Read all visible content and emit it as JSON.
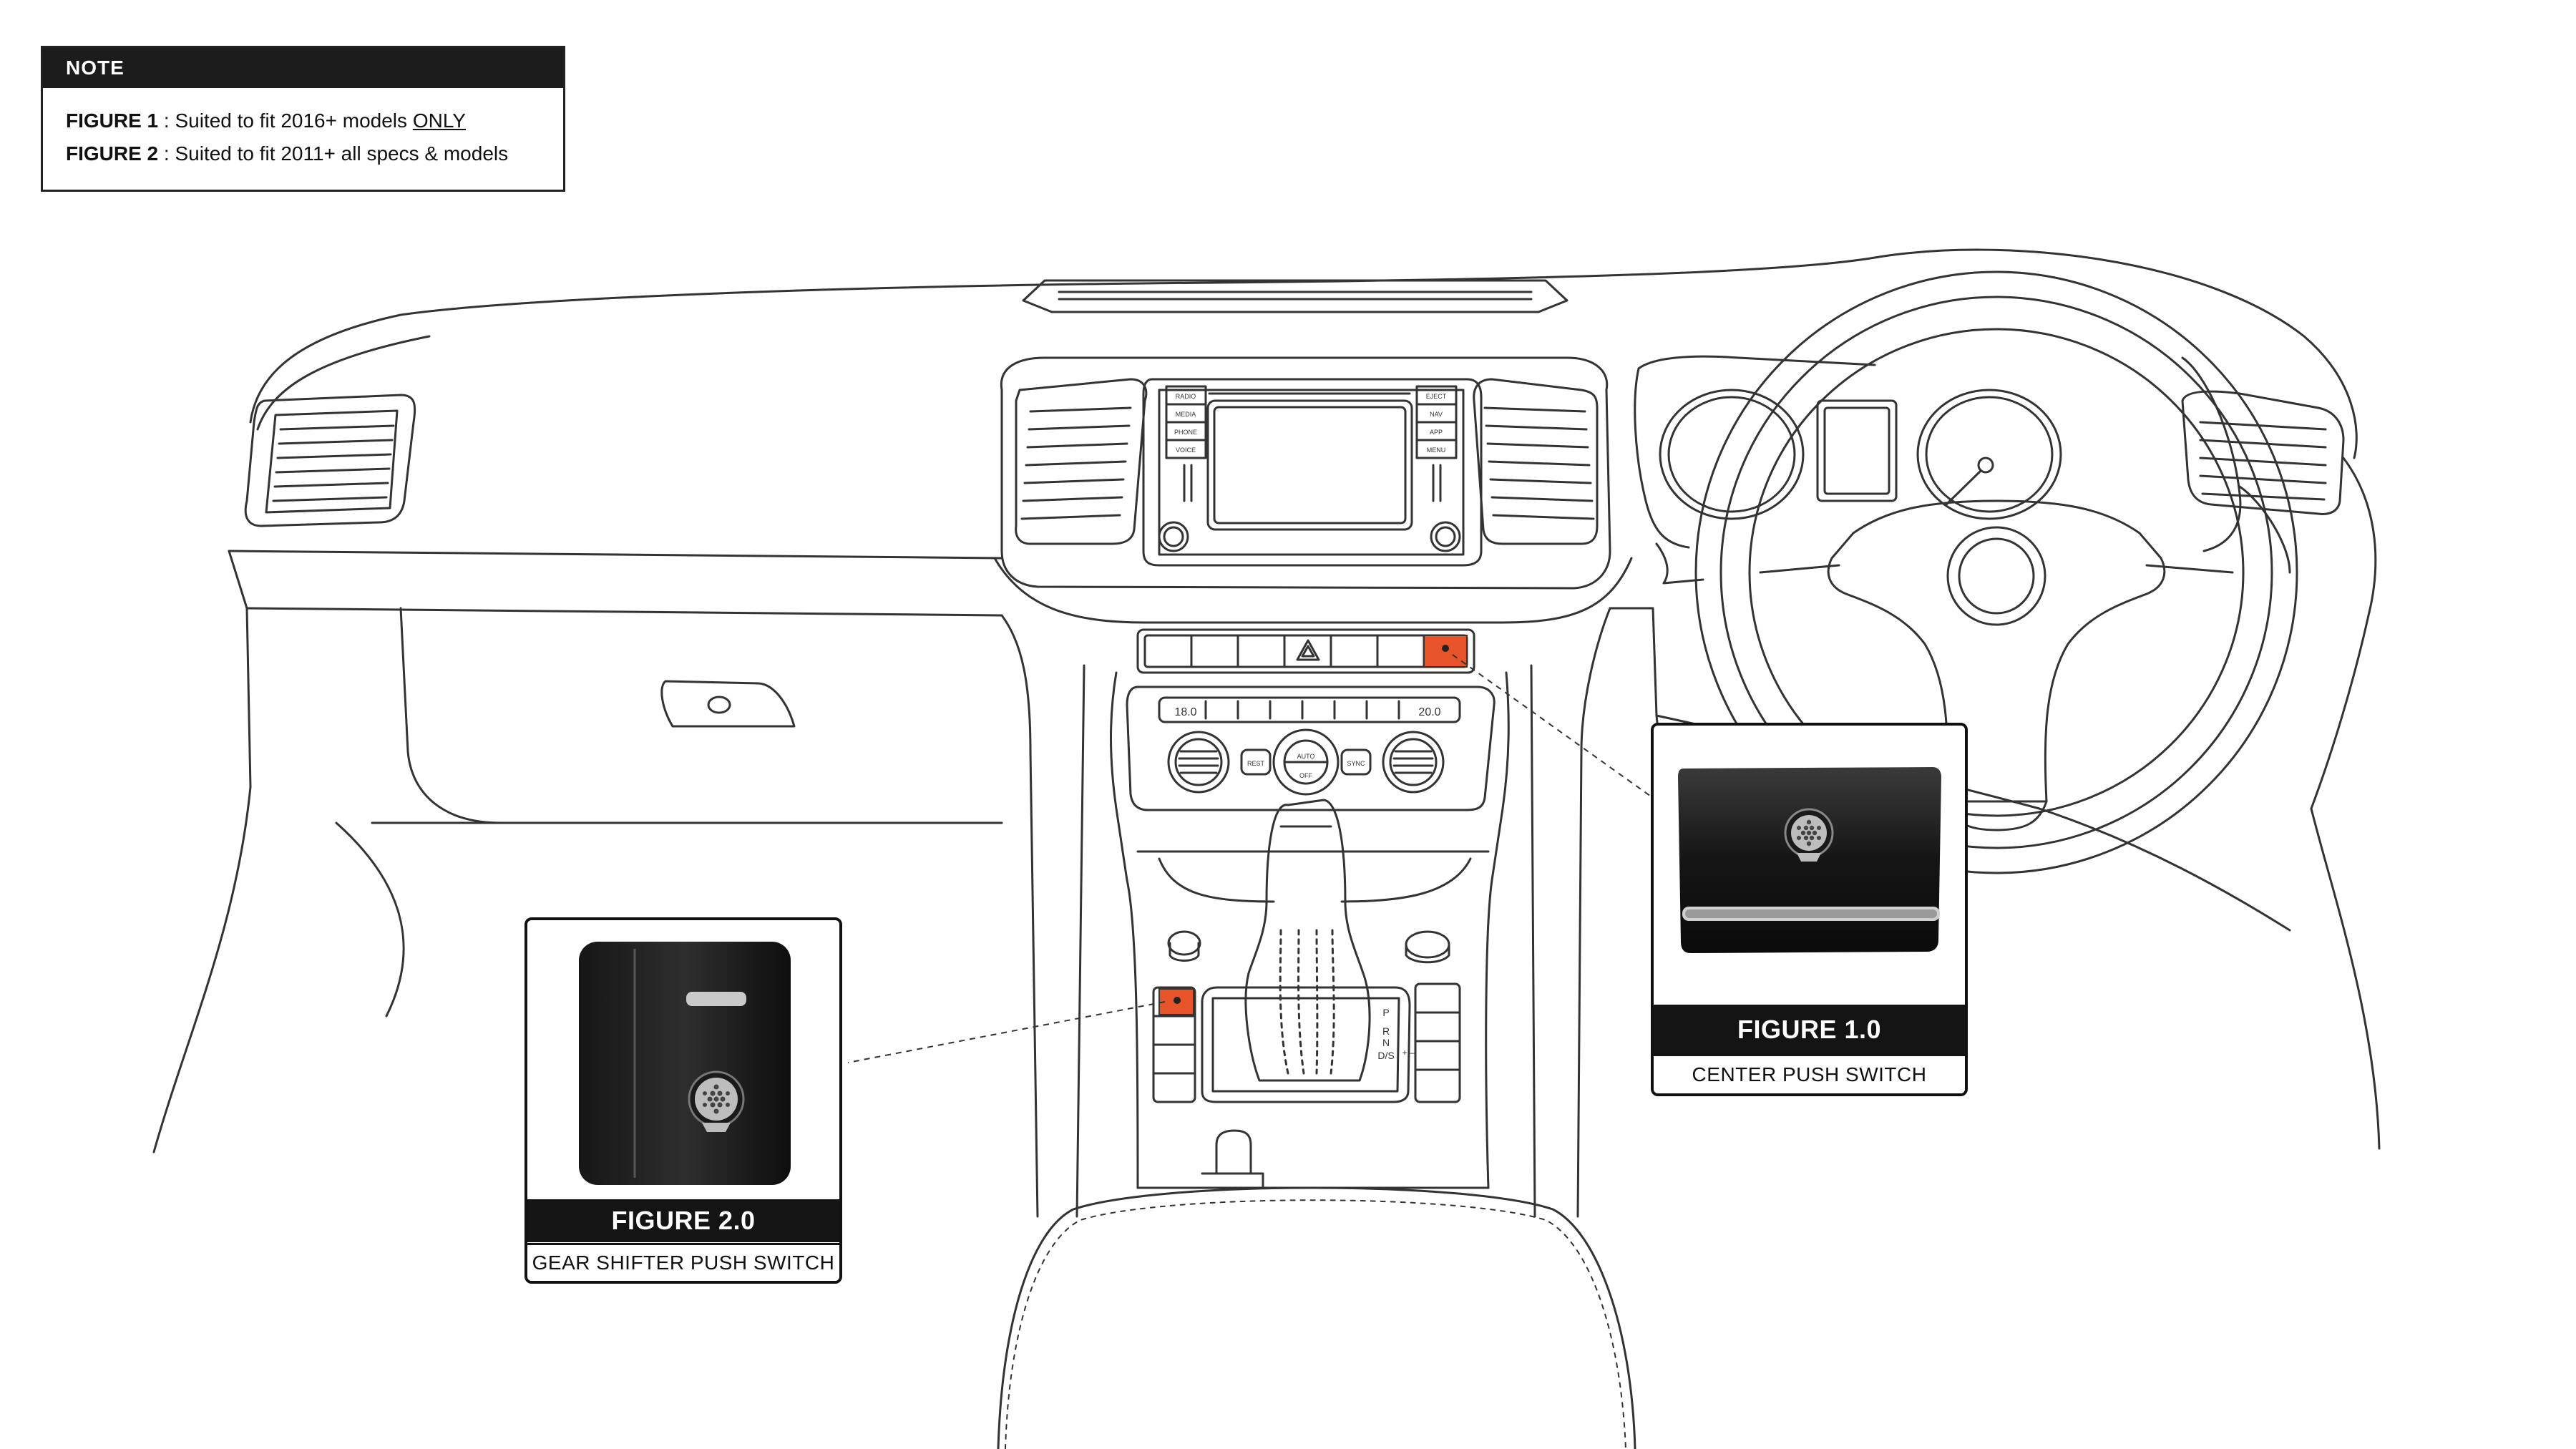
{
  "note": {
    "heading": "NOTE",
    "lines": [
      {
        "figure": "FIGURE 1",
        "text": " : Suited to fit 2016+ models ",
        "emphasis": "ONLY"
      },
      {
        "figure": "FIGURE 2",
        "text": " : Suited to fit 2011+ all specs & models",
        "emphasis": ""
      }
    ]
  },
  "figures": [
    {
      "title": "FIGURE 1.0",
      "caption": "CENTER PUSH SWITCH"
    },
    {
      "title": "FIGURE 2.0",
      "caption": "GEAR SHIFTER PUSH SWITCH"
    }
  ],
  "radio_buttons_left": [
    "RADIO",
    "MEDIA",
    "PHONE",
    "VOICE"
  ],
  "radio_buttons_right": [
    "EJECT",
    "NAV",
    "APP",
    "MENU"
  ],
  "climate": {
    "temp_left": "18.0",
    "temp_right": "20.0",
    "dial_top": "AUTO",
    "dial_bottom": "OFF",
    "left_button": "REST",
    "right_button": "SYNC"
  },
  "gear_letters": [
    "P",
    "R",
    "N",
    "D/S"
  ],
  "gear_symbols": "+ –",
  "colors": {
    "line": "#333333",
    "highlight": "#e8542a",
    "panel_dark": "#141414"
  }
}
